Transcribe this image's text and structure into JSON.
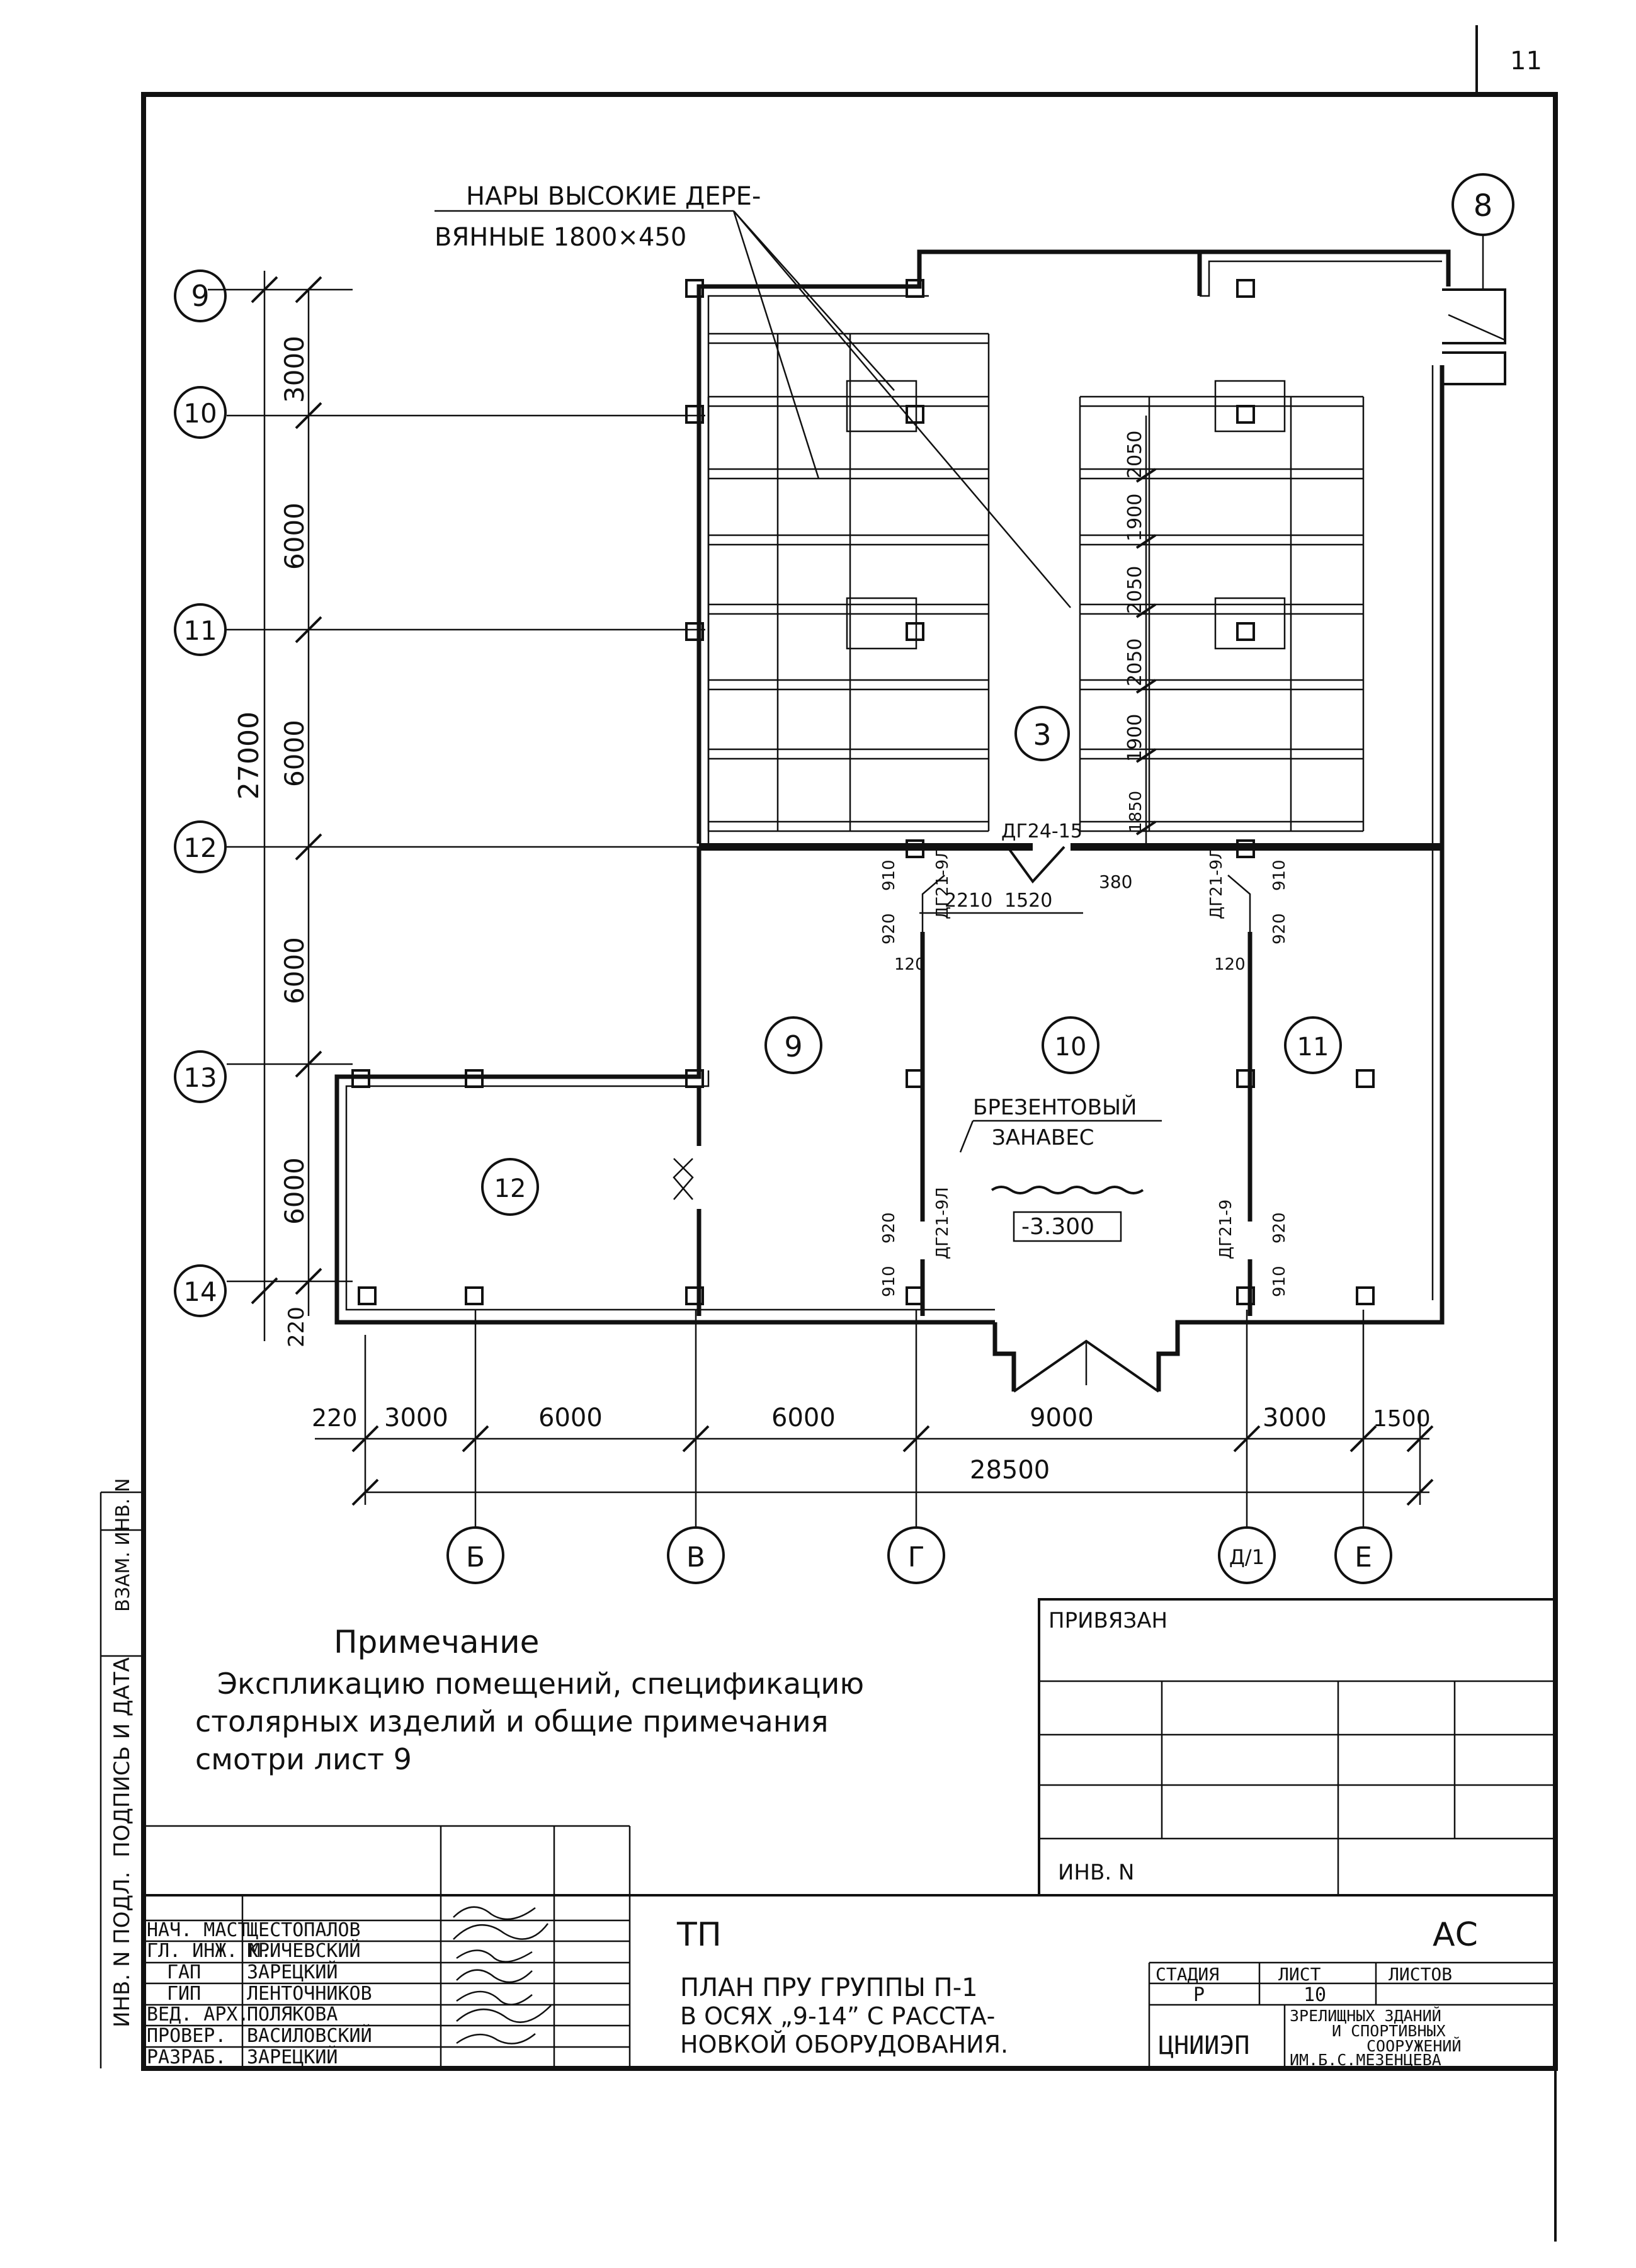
{
  "sheet_corner_mark": "11",
  "side_labels": {
    "label1": "ИНВ. N ПОДЛ.",
    "label2": "ПОДПИСЬ И ДАТА",
    "label3": "ВЗАМ. ИНВ. N"
  },
  "callout_bunks": {
    "line1": "НАРЫ ВЫСОКИЕ ДЕРЕ-",
    "line2": "ВЯННЫЕ 1800×450"
  },
  "axes_rows": [
    "9",
    "10",
    "11",
    "12",
    "13",
    "14"
  ],
  "axes_cols": [
    "Б",
    "В",
    "Г",
    "Д/1",
    "Е"
  ],
  "rooms": {
    "r3": "3",
    "r8": "8",
    "r9": "9",
    "r10": "10",
    "r11": "11",
    "r12": "12"
  },
  "curtain": {
    "line1": "БРЕЗЕНТОВЫЙ",
    "line2": "ЗАНАВЕС"
  },
  "level_mark": "-3.300",
  "doors": {
    "d1": "ДГ24-15",
    "d2": "ДГ21-9Л",
    "d3": "ДГ21-9Л",
    "d4": "ДГ21-9Л",
    "d5": "ДГ21-9"
  },
  "dims_left": {
    "total": "27000",
    "d9_10": "3000",
    "d10_11": "6000",
    "d11_12": "6000",
    "d12_13": "6000",
    "d13_14": "6000",
    "bottom": "220"
  },
  "dims_right": {
    "a": "2050",
    "b": "1900",
    "c": "2050",
    "d": "2050",
    "e": "1900",
    "f": "1850"
  },
  "dims_small": {
    "d380": "380",
    "d2210": "2210",
    "d1520": "1520",
    "d120a": "120",
    "d120b": "120",
    "d910a": "910",
    "d920a": "920",
    "d910b": "910",
    "d920b": "920",
    "d920c": "920",
    "d910c": "910",
    "d920d": "920",
    "d910d": "910"
  },
  "dims_bottom": {
    "d220": "220",
    "d3000a": "3000",
    "d6000a": "6000",
    "d6000b": "6000",
    "d9000": "9000",
    "d3000b": "3000",
    "d1500": "1500",
    "total": "28500"
  },
  "note": {
    "title": "Примечание",
    "line1": "Экспликацию помещений, спецификацию",
    "line2": "столярных изделий и общие примечания",
    "line3": "смотри лист 9"
  },
  "binding": {
    "title": "ПРИВЯЗАН",
    "inv": "ИНВ. N"
  },
  "title_block": {
    "roles": [
      "НАЧ. МАСТ",
      "ГЛ. ИНЖ. М.",
      "ГАП",
      "ГИП",
      "ВЕД. АРХ.",
      "ПРОВЕР.",
      "РАЗРАБ."
    ],
    "names": [
      "ЩЕСТОПАЛОВ",
      "КРИЧЕВСКИЙ",
      "ЗАРЕЦКИЙ",
      "ЛЕНТОЧНИКОВ",
      "ПОЛЯКОВА",
      "ВАСИЛОВСКИЙ",
      "ЗАРЕЦКИЙ"
    ],
    "code": "ТП",
    "mark": "АС",
    "title_line1": "ПЛАН ПРУ ГРУППЫ П-1",
    "title_line2": "В ОСЯХ „9-14” С РАССТА-",
    "title_line3": "НОВКОЙ ОБОРУДОВАНИЯ.",
    "h_stage": "СТАДИЯ",
    "h_sheet": "ЛИСТ",
    "h_sheets": "ЛИСТОВ",
    "stage": "Р",
    "sheet": "10",
    "org_logo": "ЦНИИЭП",
    "org_line1": "ЗРЕЛИЩНЫХ ЗДАНИЙ",
    "org_line2": "И СПОРТИВНЫХ",
    "org_line3": "СООРУЖЕНИЙ",
    "org_line4": "ИМ.Б.С.МЕЗЕНЦЕВА"
  }
}
